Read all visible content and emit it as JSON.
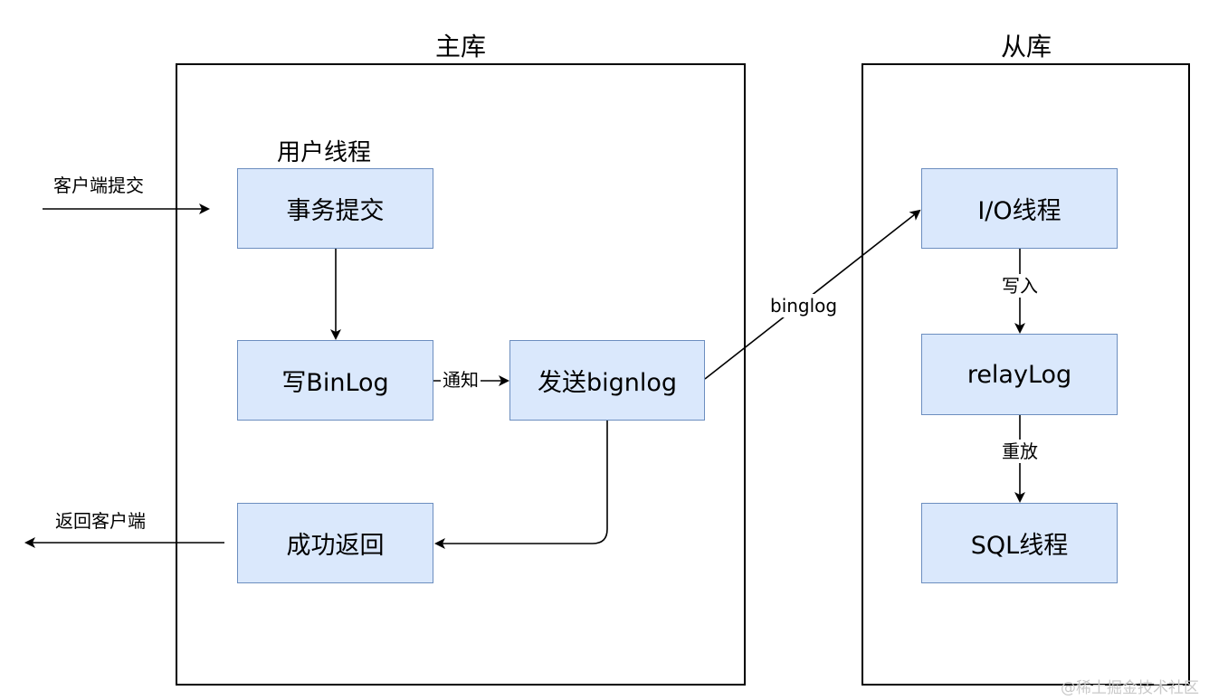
{
  "master": {
    "title": "主库"
  },
  "slave": {
    "title": "从库"
  },
  "user_thread_label": "用户线程",
  "nodes": {
    "commit": "事务提交",
    "write_binlog": "写BinLog",
    "send_binlog": "发送bignlog",
    "success_return": "成功返回",
    "io_thread": "I/O线程",
    "relay_log": "relayLog",
    "sql_thread": "SQL线程"
  },
  "edge_labels": {
    "client_commit": "客户端提交",
    "return_client": "返回客户端",
    "notify": "通知",
    "binlog": "binglog",
    "write_in": "写入",
    "replay": "重放"
  },
  "watermark": "@稀土掘金技术社区",
  "colors": {
    "node_fill": "#dae8fc",
    "node_stroke": "#6c8ebf",
    "line": "#000000"
  }
}
